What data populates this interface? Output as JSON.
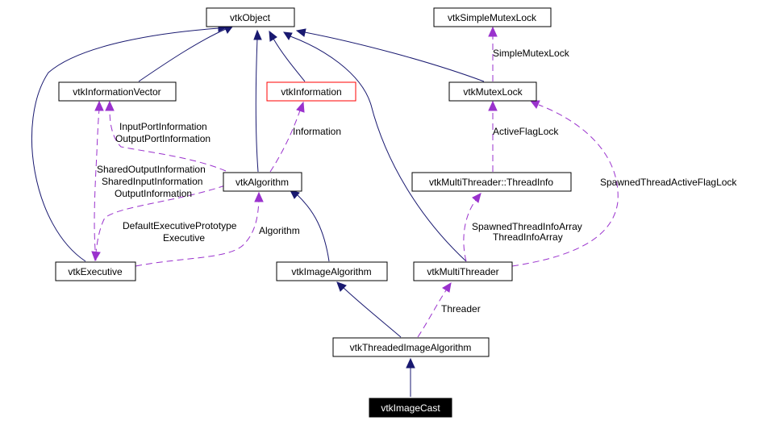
{
  "colors": {
    "inheritance_edge": "#191970",
    "usage_edge": "#9a32cd",
    "highlight_node_fill": "#000000",
    "incomplete_node_border": "#ff0000"
  },
  "nodes": {
    "vtkObject": "vtkObject",
    "vtkSimpleMutexLock": "vtkSimpleMutexLock",
    "vtkInformationVector": "vtkInformationVector",
    "vtkInformation": "vtkInformation",
    "vtkMutexLock": "vtkMutexLock",
    "vtkAlgorithm": "vtkAlgorithm",
    "vtkMultiThreaderThreadInfo": "vtkMultiThreader::ThreadInfo",
    "vtkExecutive": "vtkExecutive",
    "vtkImageAlgorithm": "vtkImageAlgorithm",
    "vtkMultiThreader": "vtkMultiThreader",
    "vtkThreadedImageAlgorithm": "vtkThreadedImageAlgorithm",
    "vtkImageCast": "vtkImageCast"
  },
  "edge_labels": {
    "simpleMutexLock": "SimpleMutexLock",
    "inputPortInformation": "InputPortInformation",
    "outputPortInformation": "OutputPortInformation",
    "information": "Information",
    "activeFlagLock": "ActiveFlagLock",
    "sharedOutputInformation": "SharedOutputInformation",
    "sharedInputInformation": "SharedInputInformation",
    "outputInformation": "OutputInformation",
    "spawnedThreadActiveFlagLock": "SpawnedThreadActiveFlagLock",
    "defaultExecutivePrototype": "DefaultExecutivePrototype",
    "executive": "Executive",
    "algorithm": "Algorithm",
    "spawnedThreadInfoArray": "SpawnedThreadInfoArray",
    "threadInfoArray": "ThreadInfoArray",
    "threader": "Threader"
  }
}
